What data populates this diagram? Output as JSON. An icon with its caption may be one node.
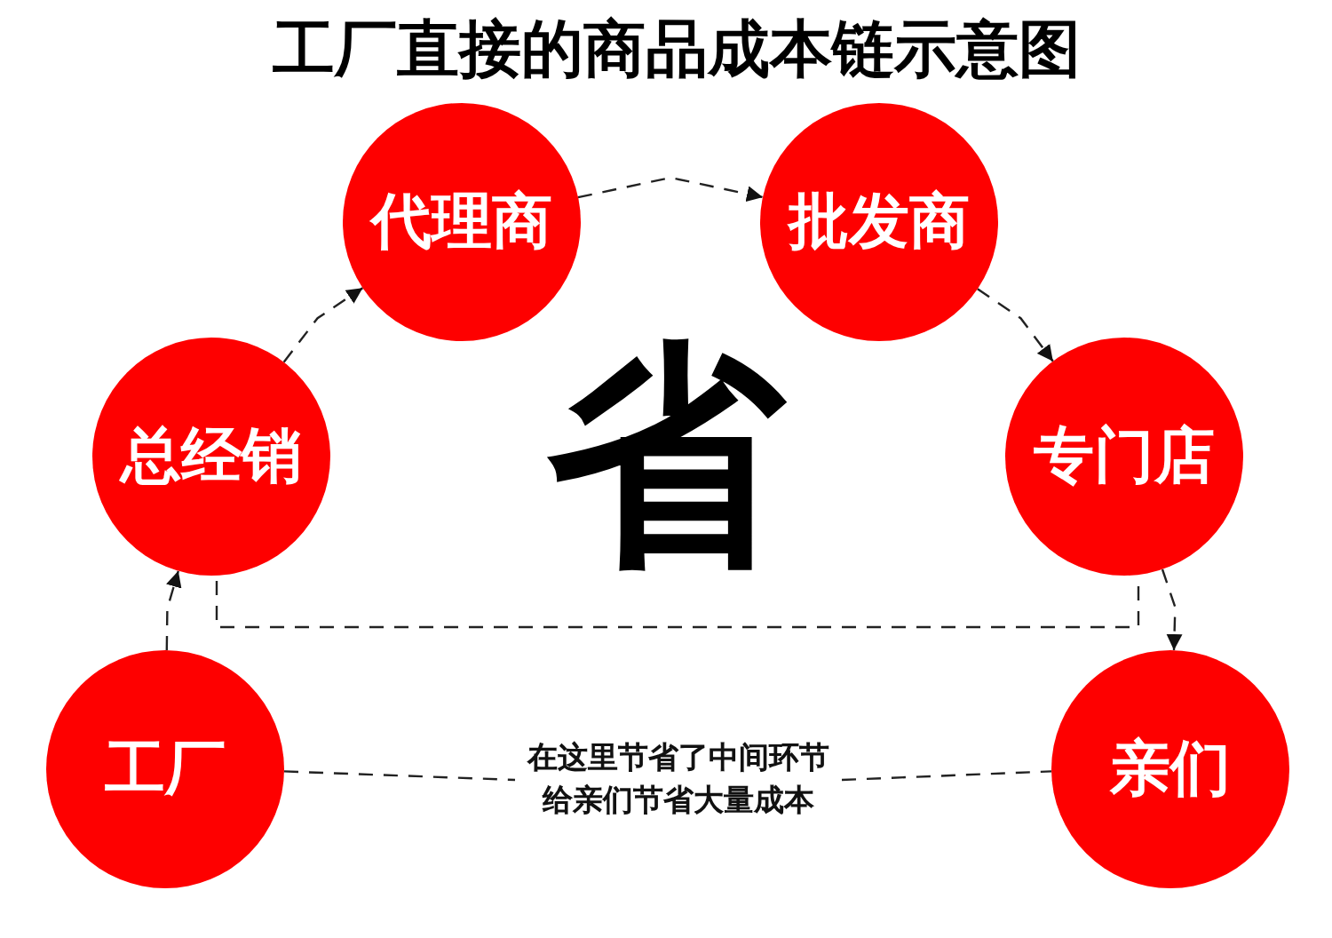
{
  "diagram": {
    "title": "工厂直接的商品成本链示意图",
    "nodes": [
      {
        "text": [
          "工厂"
        ]
      },
      {
        "text": [
          "总经销"
        ]
      },
      {
        "text": [
          "代理商"
        ]
      },
      {
        "text": [
          "批发商"
        ]
      },
      {
        "text": [
          "专门店"
        ]
      },
      {
        "text": [
          "亲们"
        ]
      }
    ],
    "edges": [
      {
        "from": 0,
        "to": 1,
        "arrow": "to",
        "style": "dashed"
      },
      {
        "from": 1,
        "to": 2,
        "arrow": "to",
        "style": "dashed"
      },
      {
        "from": 2,
        "to": 3,
        "arrow": "to",
        "style": "dashed"
      },
      {
        "from": 3,
        "to": 4,
        "arrow": "to",
        "style": "dashed"
      },
      {
        "from": 4,
        "to": 5,
        "arrow": "to",
        "style": "dashed"
      },
      {
        "from": 0,
        "to": 5,
        "arrow": "none",
        "style": "dashed",
        "label": "在这里节省了中间环节给亲们节省大量成本"
      }
    ],
    "labels": [
      "省"
    ]
  }
}
